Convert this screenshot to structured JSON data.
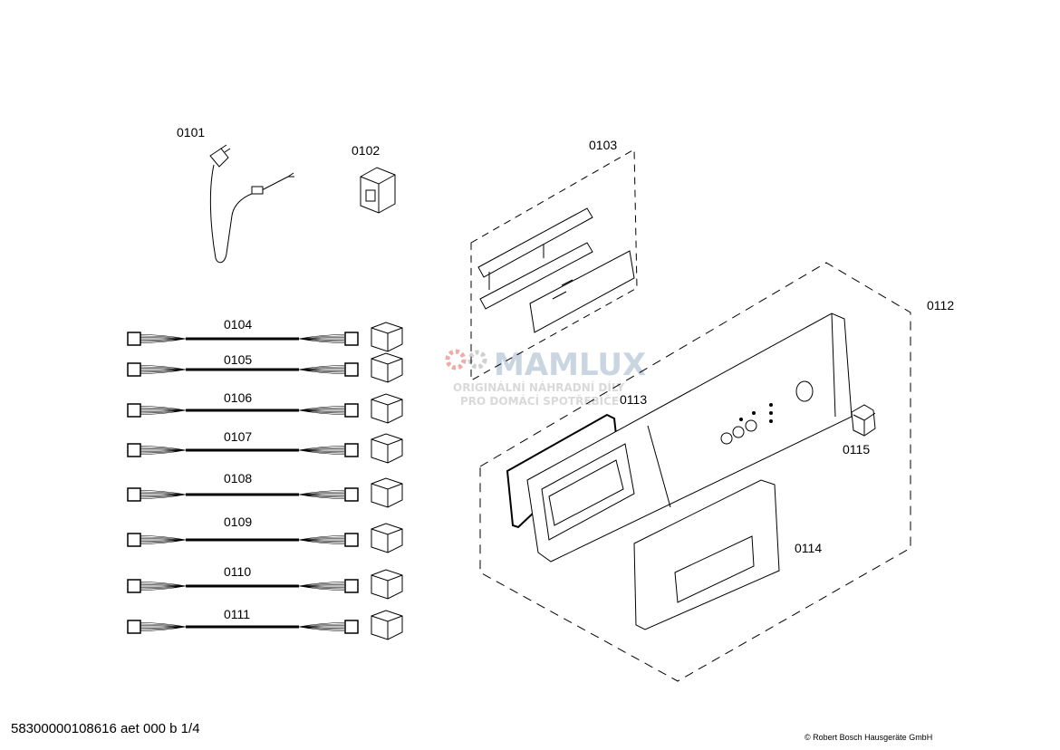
{
  "parts": {
    "p0101": "0101",
    "p0102": "0102",
    "p0103": "0103",
    "p0104": "0104",
    "p0105": "0105",
    "p0106": "0106",
    "p0107": "0107",
    "p0108": "0108",
    "p0109": "0109",
    "p0110": "0110",
    "p0111": "0111",
    "p0112": "0112",
    "p0113": "0113",
    "p0114": "0114",
    "p0115": "0115"
  },
  "watermark": {
    "brand": "MAMLUX",
    "line1": "ORIGINÁLNÍ NÁHRADNÍ DÍLY",
    "line2": "PRO DOMÁCÍ SPOTŘEBIČE",
    "gear_color": "#e06a6a",
    "text_color": "#9fb3cc"
  },
  "footer": {
    "doc_id": "58300000108616 aet 000 b 1/4",
    "copyright": "© Robert Bosch Hausgeräte GmbH"
  }
}
